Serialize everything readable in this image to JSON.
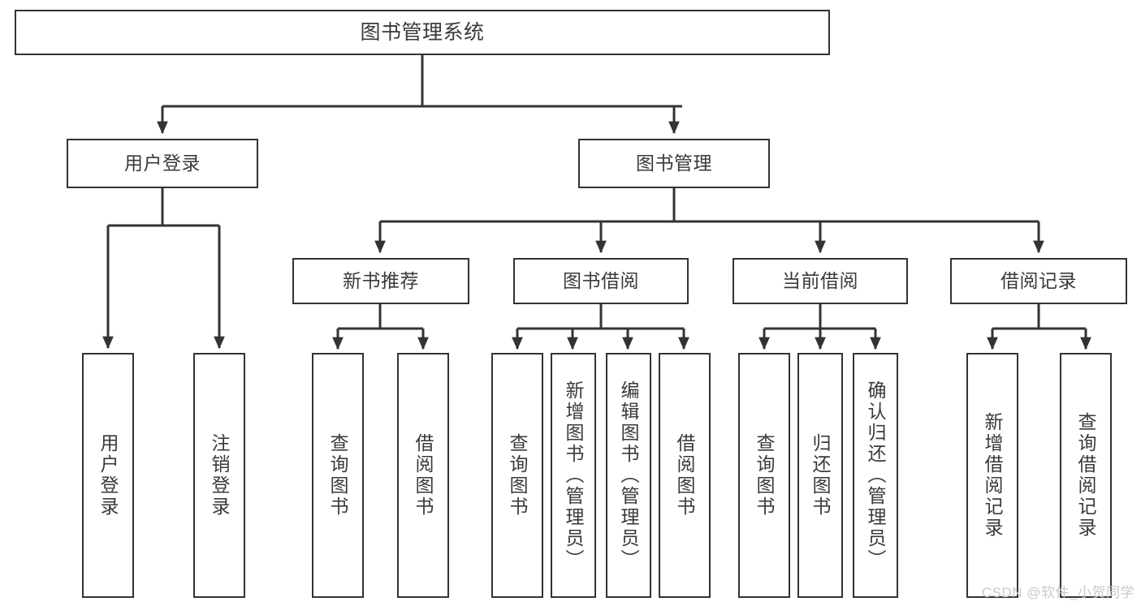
{
  "diagram": {
    "type": "tree-hierarchy",
    "title": "图书管理系统",
    "root": {
      "id": "root",
      "label": "图书管理系统",
      "orientation": "horizontal"
    },
    "level2": [
      {
        "id": "user-login",
        "label": "用户登录",
        "orientation": "horizontal"
      },
      {
        "id": "book-management",
        "label": "图书管理",
        "orientation": "horizontal"
      }
    ],
    "level3": [
      {
        "id": "new-book-recommend",
        "label": "新书推荐",
        "orientation": "horizontal",
        "parent": "book-management"
      },
      {
        "id": "book-borrow",
        "label": "图书借阅",
        "orientation": "horizontal",
        "parent": "book-management"
      },
      {
        "id": "current-borrow",
        "label": "当前借阅",
        "orientation": "horizontal",
        "parent": "book-management"
      },
      {
        "id": "borrow-record",
        "label": "借阅记录",
        "orientation": "horizontal",
        "parent": "book-management"
      }
    ],
    "leaves": [
      {
        "id": "leaf-user-login",
        "label": "用户登录",
        "parent": "user-login",
        "orientation": "vertical"
      },
      {
        "id": "leaf-logout-login",
        "label": "注销登录",
        "parent": "user-login",
        "orientation": "vertical"
      },
      {
        "id": "leaf-query-book-1",
        "label": "查询图书",
        "parent": "new-book-recommend",
        "orientation": "vertical"
      },
      {
        "id": "leaf-borrow-book-1",
        "label": "借阅图书",
        "parent": "new-book-recommend",
        "orientation": "vertical"
      },
      {
        "id": "leaf-query-book-2",
        "label": "查询图书",
        "parent": "book-borrow",
        "orientation": "vertical"
      },
      {
        "id": "leaf-add-book",
        "label": "新增图书（管理员）",
        "parent": "book-borrow",
        "orientation": "vertical"
      },
      {
        "id": "leaf-edit-book",
        "label": "编辑图书（管理员）",
        "parent": "book-borrow",
        "orientation": "vertical"
      },
      {
        "id": "leaf-borrow-book-2",
        "label": "借阅图书",
        "parent": "book-borrow",
        "orientation": "vertical"
      },
      {
        "id": "leaf-query-book-3",
        "label": "查询图书",
        "parent": "current-borrow",
        "orientation": "vertical"
      },
      {
        "id": "leaf-return-book",
        "label": "归还图书",
        "parent": "current-borrow",
        "orientation": "vertical"
      },
      {
        "id": "leaf-confirm-return",
        "label": "确认归还（管理员）",
        "parent": "current-borrow",
        "orientation": "vertical"
      },
      {
        "id": "leaf-add-record",
        "label": "新增借阅记录",
        "parent": "borrow-record",
        "orientation": "vertical"
      },
      {
        "id": "leaf-query-record",
        "label": "查询借阅记录",
        "parent": "borrow-record",
        "orientation": "vertical"
      }
    ],
    "watermark": "CSDN @软件_小贺同学",
    "colors": {
      "stroke": "#333333",
      "text": "#3a3a3a",
      "background": "#ffffff",
      "watermark": "#c9c9c9"
    }
  }
}
